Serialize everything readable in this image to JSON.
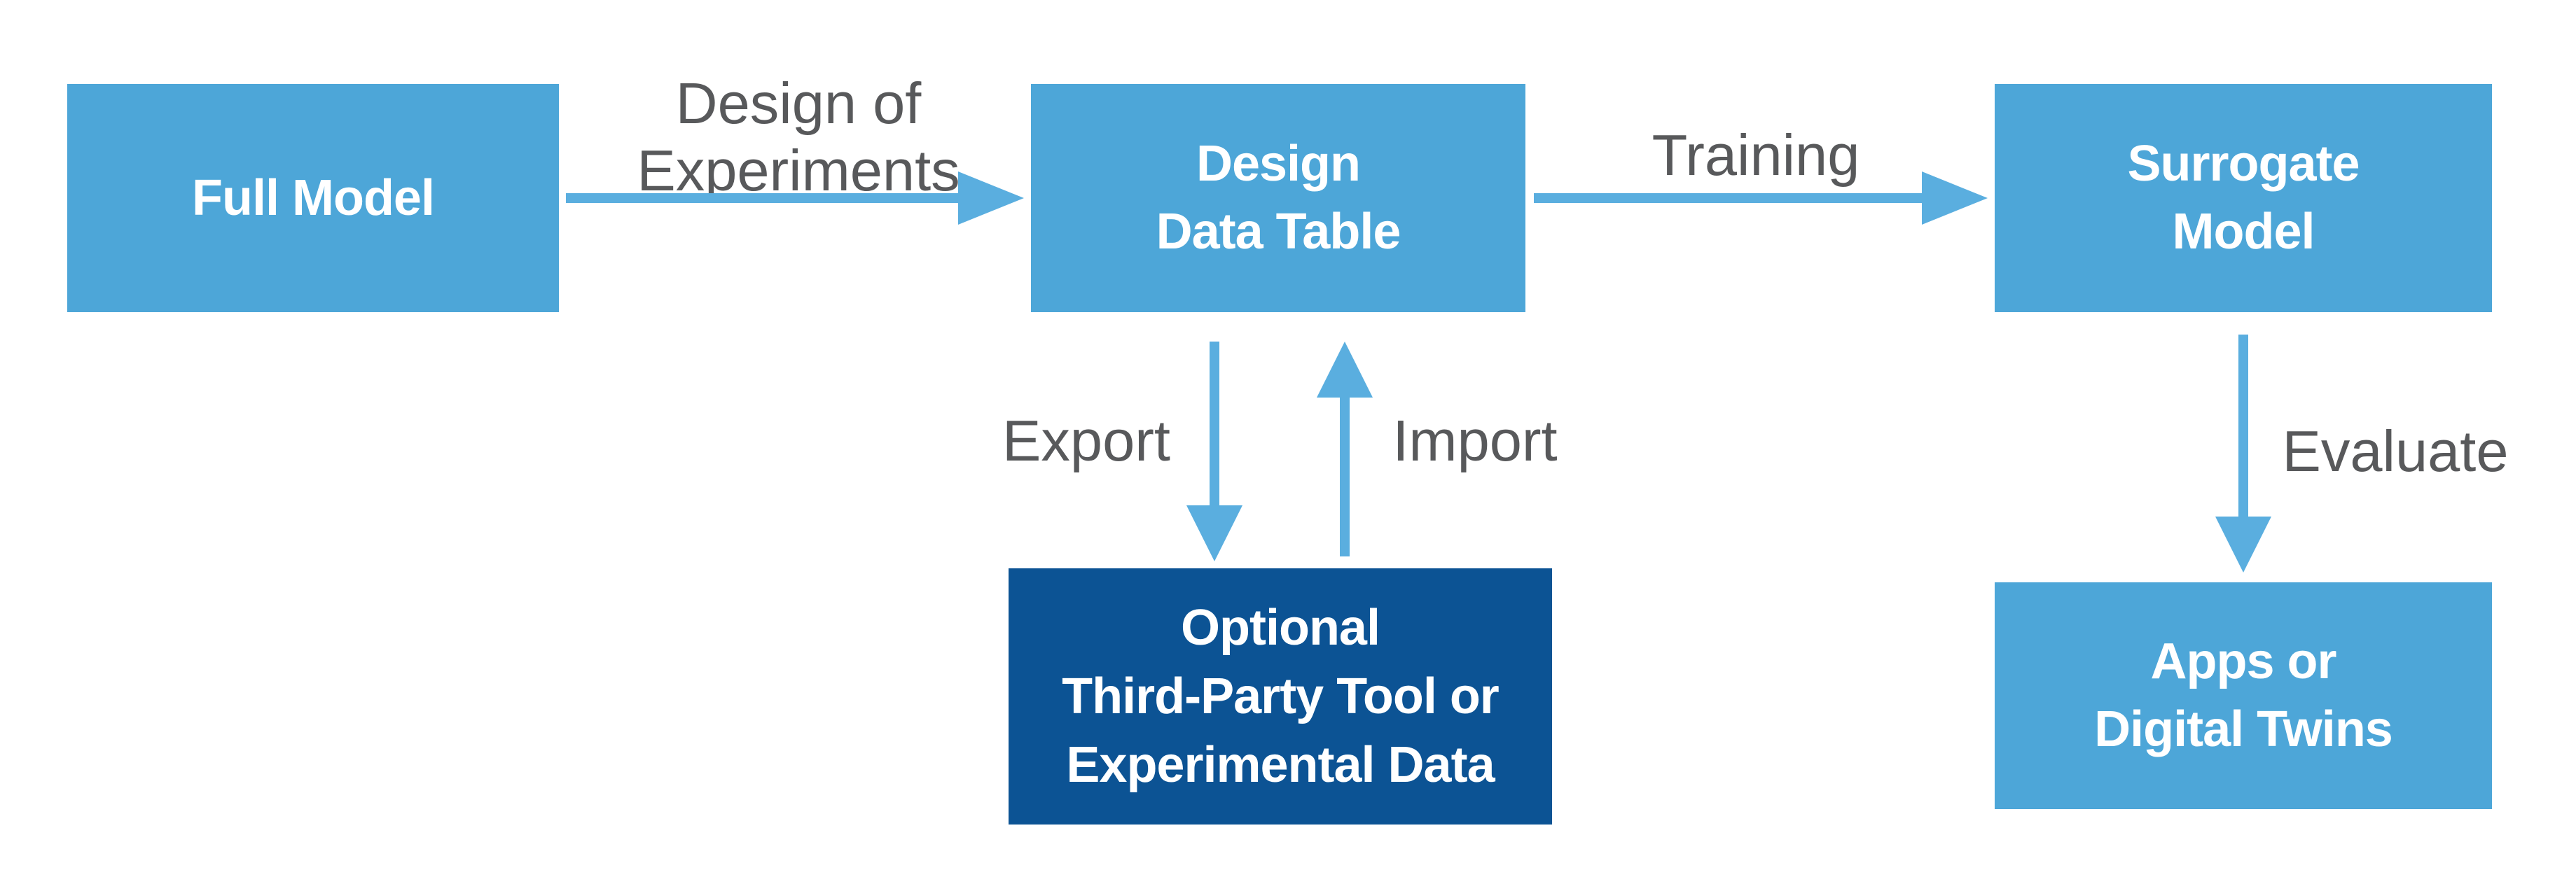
{
  "diagram": {
    "boxes": {
      "full_model": {
        "lines": [
          "Full Model"
        ]
      },
      "design_data_table": {
        "lines": [
          "Design",
          "Data Table"
        ]
      },
      "surrogate_model": {
        "lines": [
          "Surrogate",
          "Model"
        ]
      },
      "optional_tool": {
        "lines": [
          "Optional",
          "Third-Party Tool or",
          "Experimental Data"
        ]
      },
      "apps_digital_twins": {
        "lines": [
          "Apps or",
          "Digital Twins"
        ]
      }
    },
    "edge_labels": {
      "design_of_experiments": {
        "lines": [
          "Design of",
          "Experiments"
        ]
      },
      "training": {
        "lines": [
          "Training"
        ]
      },
      "export": {
        "lines": [
          "Export"
        ]
      },
      "import": {
        "lines": [
          "Import"
        ]
      },
      "evaluate": {
        "lines": [
          "Evaluate"
        ]
      }
    },
    "colors": {
      "box_blue": "#4DA6D8",
      "box_dark_blue": "#0C5394",
      "arrow_blue": "#5AAEDF",
      "label_gray": "#58595B",
      "box_text_color": "#FFFFFF"
    }
  }
}
